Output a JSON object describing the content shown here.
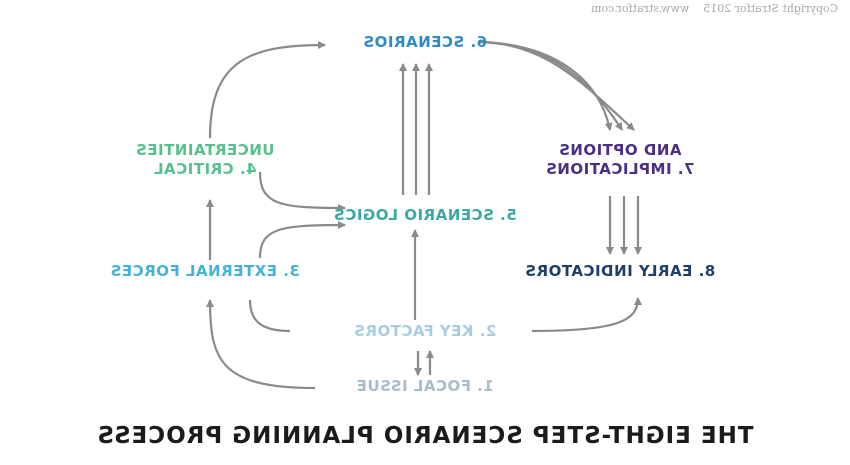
{
  "title": "THE EIGHT-STEP SCENARIO PLANNING PROCESS",
  "copyright": "Copyright Stratfor 2015",
  "website": "www.stratfor.com",
  "steps": [
    {
      "label": "1. FOCAL ISSUE",
      "color": "#a9bcc9"
    },
    {
      "label": "2. KEY FACTORS",
      "color": "#a8cde0"
    },
    {
      "label": "3. EXTERNAL FORCES",
      "color": "#45b2d7"
    },
    {
      "lines": [
        "4. CRITICAL",
        "UNCERTAINTIES"
      ],
      "color": "#57c08d"
    },
    {
      "label": "5. SCENARIO LOGICS",
      "color": "#3aa9a0"
    },
    {
      "label": "6. SCENARIOS",
      "color": "#2f8bc6"
    },
    {
      "lines": [
        "7. IMPLICATIONS",
        "AND OPTIONS"
      ],
      "color": "#4b2e85"
    },
    {
      "label": "8. EARLY INDICATORS",
      "color": "#1f3f6a"
    }
  ],
  "arrow_color": "#8a8a8a"
}
